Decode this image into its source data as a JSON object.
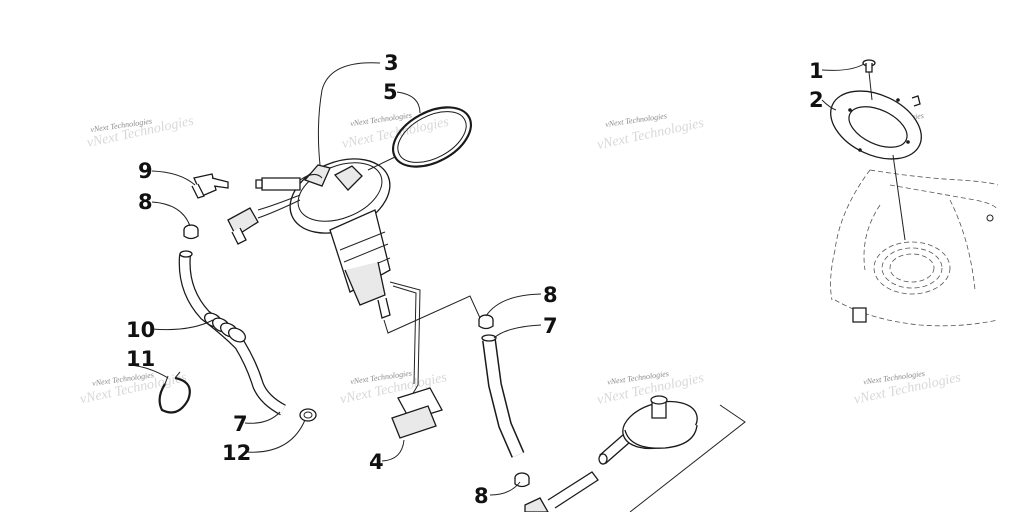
{
  "watermark": "vNext Technologies",
  "callouts": {
    "c1": "1",
    "c2": "2",
    "c3": "3",
    "c4": "4",
    "c5": "5",
    "c7a": "7",
    "c7b": "7",
    "c8a": "8",
    "c8b": "8",
    "c8c": "8",
    "c9": "9",
    "c10": "10",
    "c11": "11",
    "c12": "12"
  }
}
